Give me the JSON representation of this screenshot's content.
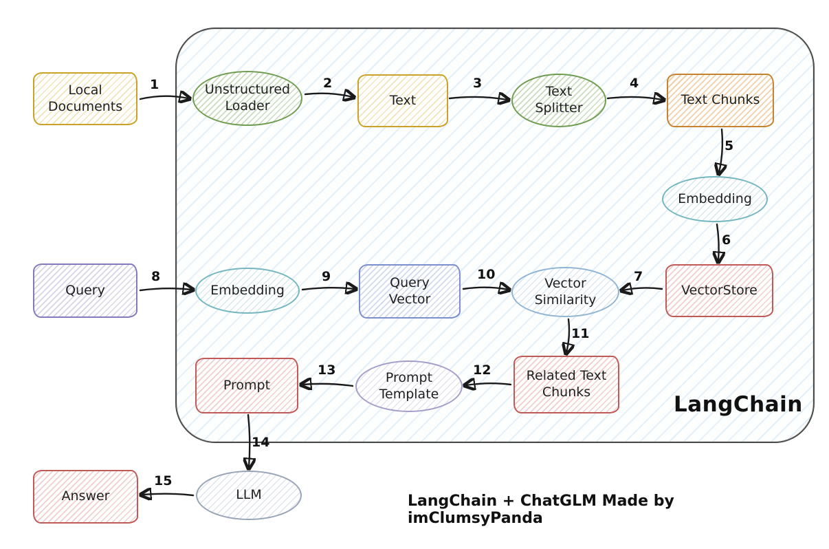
{
  "diagram": {
    "container_label": "LangChain",
    "caption": "LangChain + ChatGLM Made by imClumsyPanda",
    "palette": {
      "yellow": "#c9a227",
      "green": "#6f9d50",
      "orange": "#c5832f",
      "teal": "#74b6c0",
      "red": "#bf5a57",
      "purple": "#8579bd",
      "blue": "#7a8fd0",
      "lightblue": "#8fb4d4",
      "lavender": "#a39dc8",
      "slate": "#97a4b6",
      "container_hatch": "#a8cee9",
      "arrow": "#1a1a1a"
    },
    "nodes": [
      {
        "id": "local-documents",
        "label": "Local Documents",
        "shape": "rect",
        "color": "#c9a227"
      },
      {
        "id": "unstructured-loader",
        "label": "Unstructured Loader",
        "shape": "ellipse",
        "color": "#6f9d50"
      },
      {
        "id": "text",
        "label": "Text",
        "shape": "rect",
        "color": "#c9a227"
      },
      {
        "id": "text-splitter",
        "label": "Text Splitter",
        "shape": "ellipse",
        "color": "#6f9d50"
      },
      {
        "id": "text-chunks",
        "label": "Text Chunks",
        "shape": "rect",
        "color": "#c5832f"
      },
      {
        "id": "embedding-store",
        "label": "Embedding",
        "shape": "ellipse",
        "color": "#74b6c0"
      },
      {
        "id": "vectorstore",
        "label": "VectorStore",
        "shape": "rect",
        "color": "#bf5a57"
      },
      {
        "id": "query",
        "label": "Query",
        "shape": "rect",
        "color": "#8579bd"
      },
      {
        "id": "embedding-query",
        "label": "Embedding",
        "shape": "ellipse",
        "color": "#74b6c0"
      },
      {
        "id": "query-vector",
        "label": "Query Vector",
        "shape": "rect",
        "color": "#7a8fd0"
      },
      {
        "id": "vector-similarity",
        "label": "Vector Similarity",
        "shape": "ellipse",
        "color": "#8fb4d4"
      },
      {
        "id": "related-text-chunks",
        "label": "Related Text Chunks",
        "shape": "rect",
        "color": "#bf5a57"
      },
      {
        "id": "prompt-template",
        "label": "Prompt Template",
        "shape": "ellipse",
        "color": "#a39dc8"
      },
      {
        "id": "prompt",
        "label": "Prompt",
        "shape": "rect",
        "color": "#bf5a57"
      },
      {
        "id": "llm",
        "label": "LLM",
        "shape": "ellipse",
        "color": "#97a4b6"
      },
      {
        "id": "answer",
        "label": "Answer",
        "shape": "rect",
        "color": "#bf5a57"
      }
    ],
    "edges": [
      {
        "label": "1",
        "from": "local-documents",
        "to": "unstructured-loader"
      },
      {
        "label": "2",
        "from": "unstructured-loader",
        "to": "text"
      },
      {
        "label": "3",
        "from": "text",
        "to": "text-splitter"
      },
      {
        "label": "4",
        "from": "text-splitter",
        "to": "text-chunks"
      },
      {
        "label": "5",
        "from": "text-chunks",
        "to": "embedding-store"
      },
      {
        "label": "6",
        "from": "embedding-store",
        "to": "vectorstore"
      },
      {
        "label": "7",
        "from": "vectorstore",
        "to": "vector-similarity"
      },
      {
        "label": "8",
        "from": "query",
        "to": "embedding-query"
      },
      {
        "label": "9",
        "from": "embedding-query",
        "to": "query-vector"
      },
      {
        "label": "10",
        "from": "query-vector",
        "to": "vector-similarity"
      },
      {
        "label": "11",
        "from": "vector-similarity",
        "to": "related-text-chunks"
      },
      {
        "label": "12",
        "from": "related-text-chunks",
        "to": "prompt-template"
      },
      {
        "label": "13",
        "from": "prompt-template",
        "to": "prompt"
      },
      {
        "label": "14",
        "from": "prompt",
        "to": "llm"
      },
      {
        "label": "15",
        "from": "llm",
        "to": "answer"
      }
    ]
  }
}
